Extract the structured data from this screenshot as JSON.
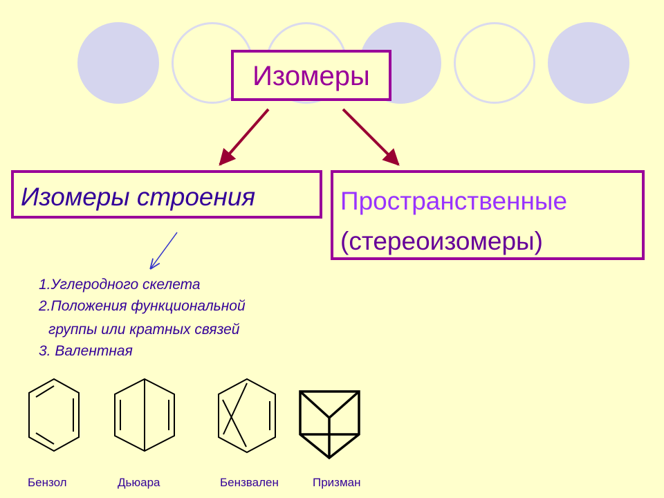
{
  "title": "Изомеры",
  "branches": {
    "structural": "Изомеры строения",
    "spatial_line1": "Пространственные",
    "spatial_line2": "(стереоизомеры)"
  },
  "structural_types": [
    "1.Углеродного скелета",
    "2.Положения функциональной",
    "группы или кратных связей",
    "3. Валентная"
  ],
  "molecules": [
    "Бензол",
    "Дьюара",
    "Бензвален",
    "Призман"
  ],
  "colors": {
    "background": "#ffffcc",
    "box_border": "#990099",
    "arrow": "#990033",
    "text_dark": "#330099",
    "text_violet": "#9933ff",
    "circle_fill": "#d5d5ee"
  }
}
